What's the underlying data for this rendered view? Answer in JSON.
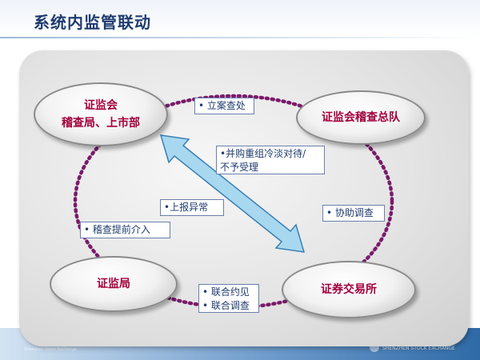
{
  "slide": {
    "title": "系统内监管联动",
    "footer_left": "Shenzhen Stock Exchange",
    "footer_right": "SHENZHEN  STOCK  EXCHANGE"
  },
  "nodes": {
    "top_left_line1": "证监会",
    "top_left_line2": "稽查局、上市部",
    "top_right": "证监会稽查总队",
    "bottom_left": "证监局",
    "bottom_right": "证券交易所"
  },
  "labels": {
    "case_filing": "• 立案查处",
    "merger_line1": "•并购重组冷淡对待/",
    "merger_line2": "不予受理",
    "assist_investigation": "• 协助调查",
    "report_abnormal": "•上报异常",
    "early_intervention": "• 稽查提前介入",
    "joint_line1": "• 联合约见",
    "joint_line2": "• 联合调查"
  },
  "colors": {
    "node_text": "#a3003c",
    "dotted_ring": "#7a1a6a",
    "arrow_fill": "#a8d8ef",
    "arrow_stroke": "#3a7fb4",
    "title": "#1f3b6e"
  }
}
